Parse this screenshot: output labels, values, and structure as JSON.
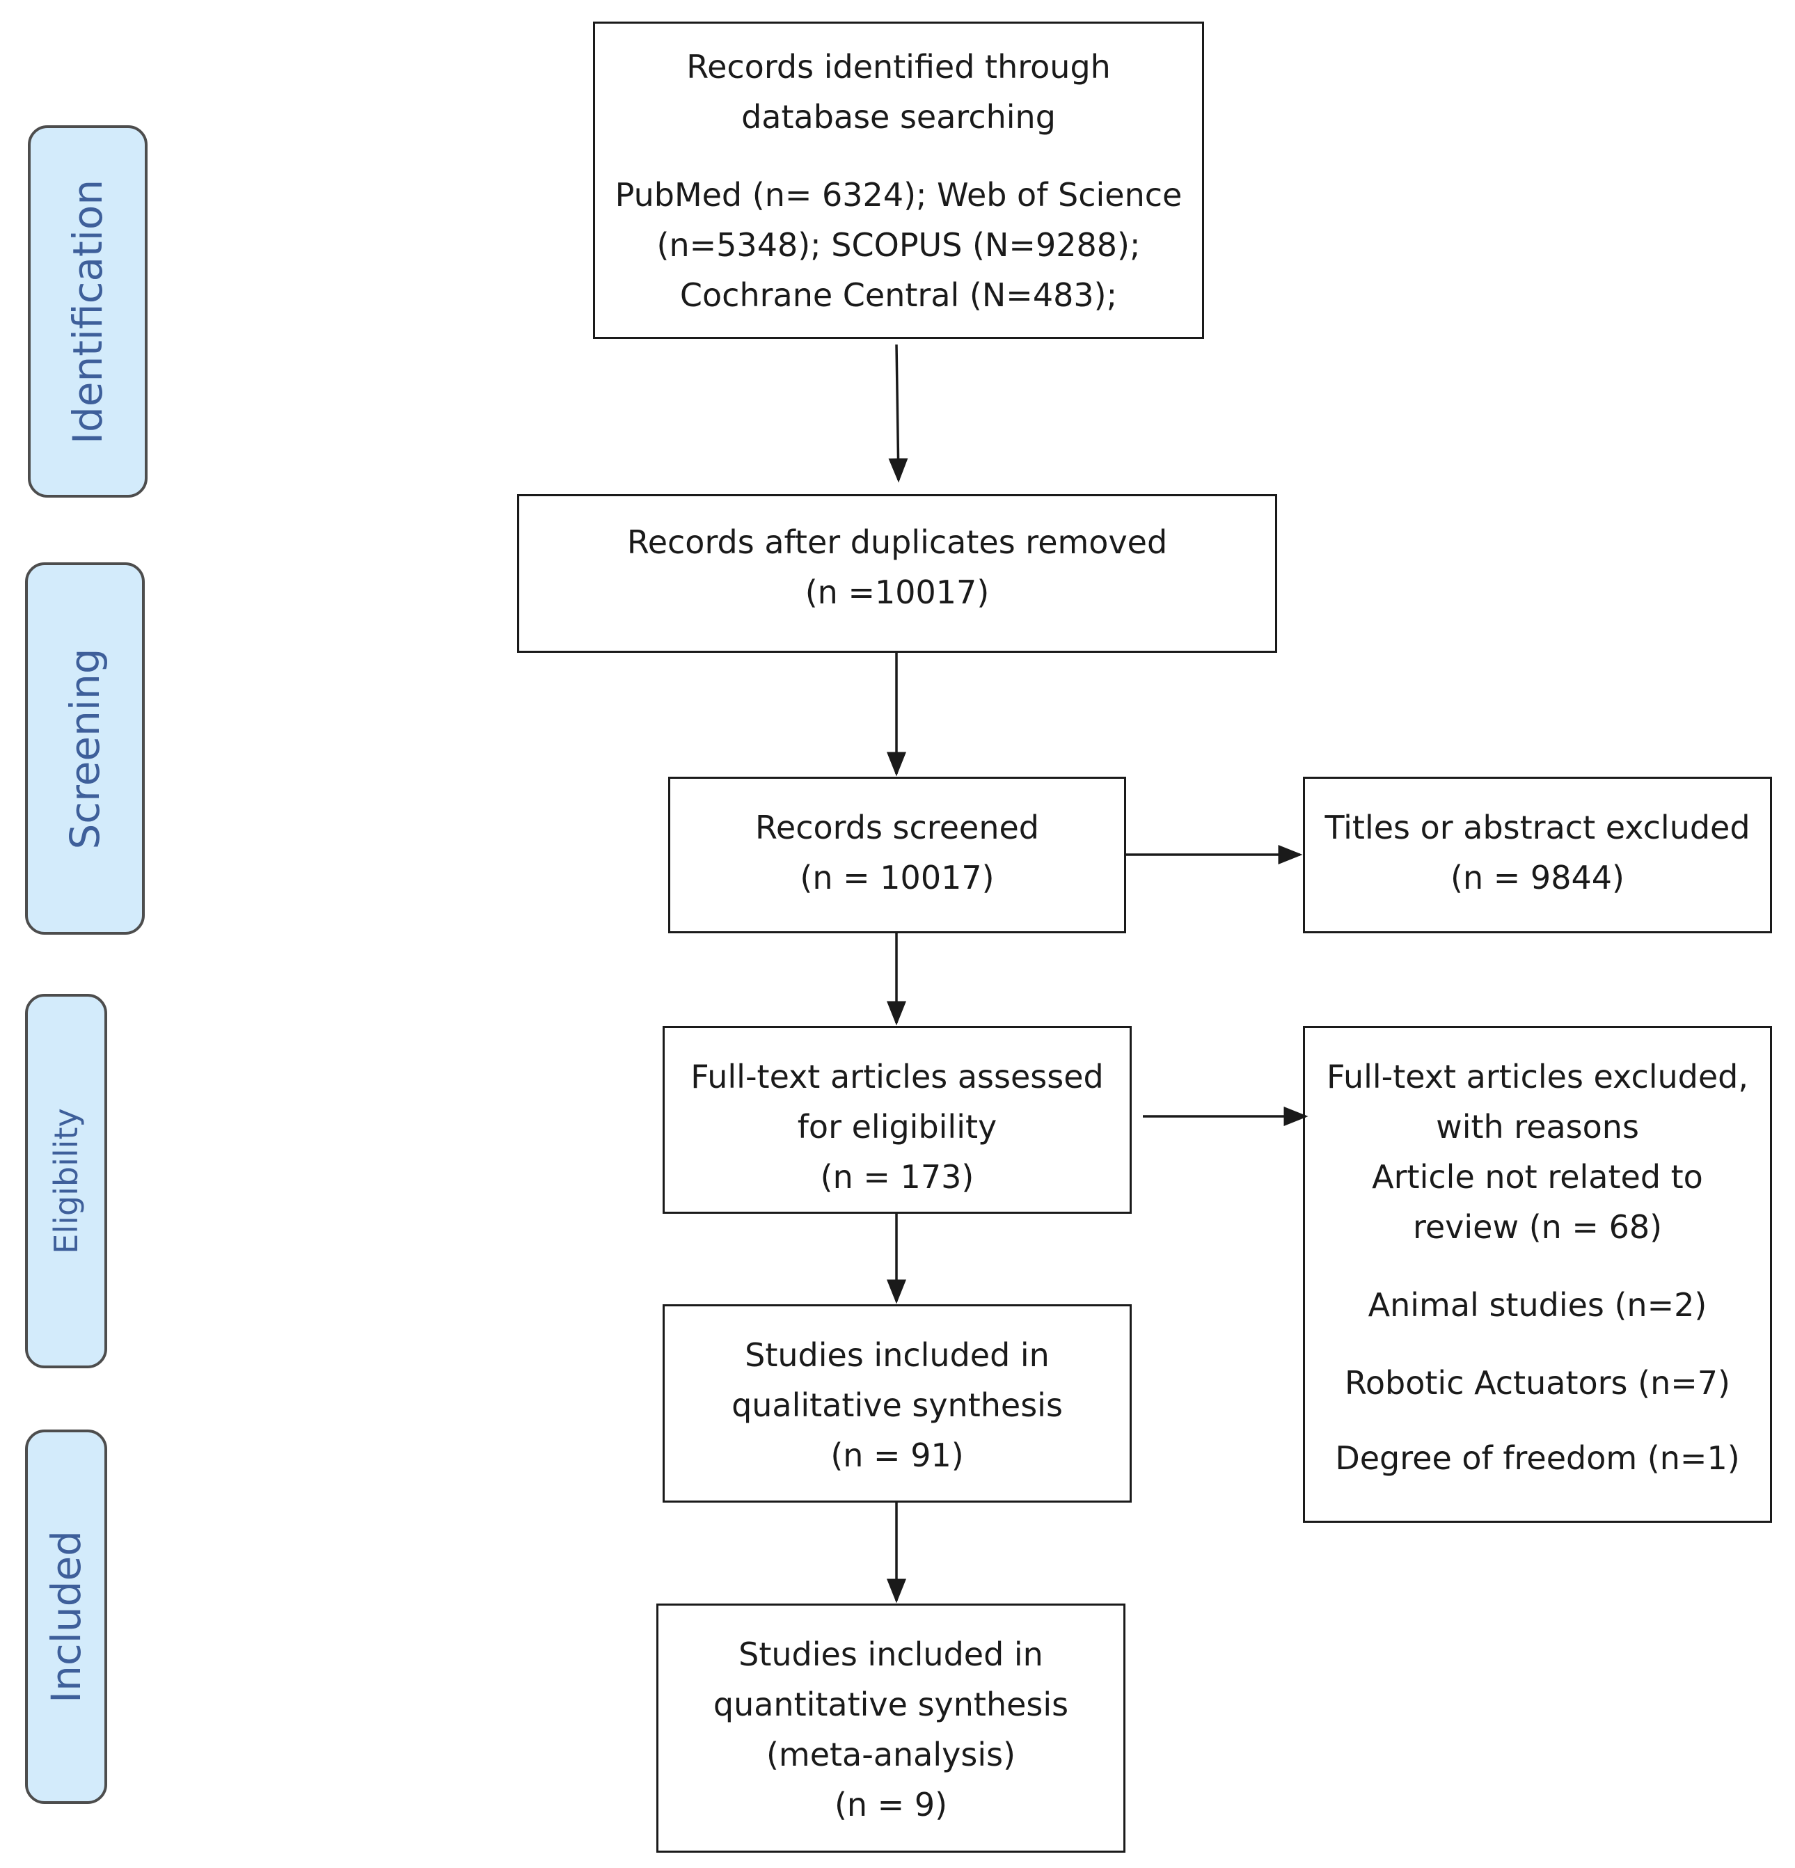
{
  "stages": {
    "identification": "Identification",
    "screening": "Screening",
    "eligibility": "Eligibility",
    "included": "Included"
  },
  "boxes": {
    "identified": {
      "lines": [
        "Records identified through",
        "database searching"
      ],
      "detail": [
        "PubMed (n= 6324); Web of Science",
        "(n=5348); SCOPUS (N=9288);",
        "Cochrane Central (N=483);"
      ]
    },
    "duplicates_removed": {
      "lines": [
        "Records after duplicates removed",
        "(n =10017)"
      ]
    },
    "screened": {
      "lines": [
        "Records screened",
        "(n = 10017)"
      ]
    },
    "titles_excluded": {
      "lines": [
        "Titles or abstract excluded",
        "(n = 9844)"
      ]
    },
    "fulltext_assessed": {
      "lines": [
        "Full-text articles assessed",
        "for eligibility",
        "(n = 173)"
      ]
    },
    "fulltext_excluded": {
      "lines": [
        "Full-text articles excluded,",
        "with reasons",
        "Article not related to",
        "review (n = 68)"
      ],
      "reasons": [
        "Animal studies (n=2)",
        "Robotic Actuators (n=7)",
        "Degree of freedom (n=1)"
      ]
    },
    "qualitative": {
      "lines": [
        "Studies included in",
        "qualitative synthesis",
        "(n = 91)"
      ]
    },
    "quantitative": {
      "lines": [
        "Studies included in",
        "quantitative synthesis",
        "(meta-analysis)",
        "(n = 9)"
      ]
    }
  },
  "colors": {
    "stage_fill": "#d3ebfb",
    "stage_text": "#3e5f9a",
    "line": "#1a1a1a"
  }
}
